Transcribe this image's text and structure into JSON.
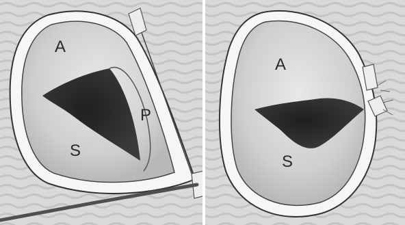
{
  "panels": [
    {
      "id": "left",
      "labels": {
        "anterior": "A",
        "posterior": "P",
        "septal": "S"
      }
    },
    {
      "id": "right",
      "labels": {
        "anterior": "A",
        "septal": "S"
      }
    }
  ],
  "colors": {
    "background_light": "#e6e6e6",
    "background_mid": "#cfcfcf",
    "annulus_ring": "#f7f7f7",
    "outline": "#333333",
    "leaflet": "#c9c9c9",
    "leaflet_highlight": "#e2e2e2",
    "orifice": "#2b2b2b",
    "instrument": "#555555"
  }
}
